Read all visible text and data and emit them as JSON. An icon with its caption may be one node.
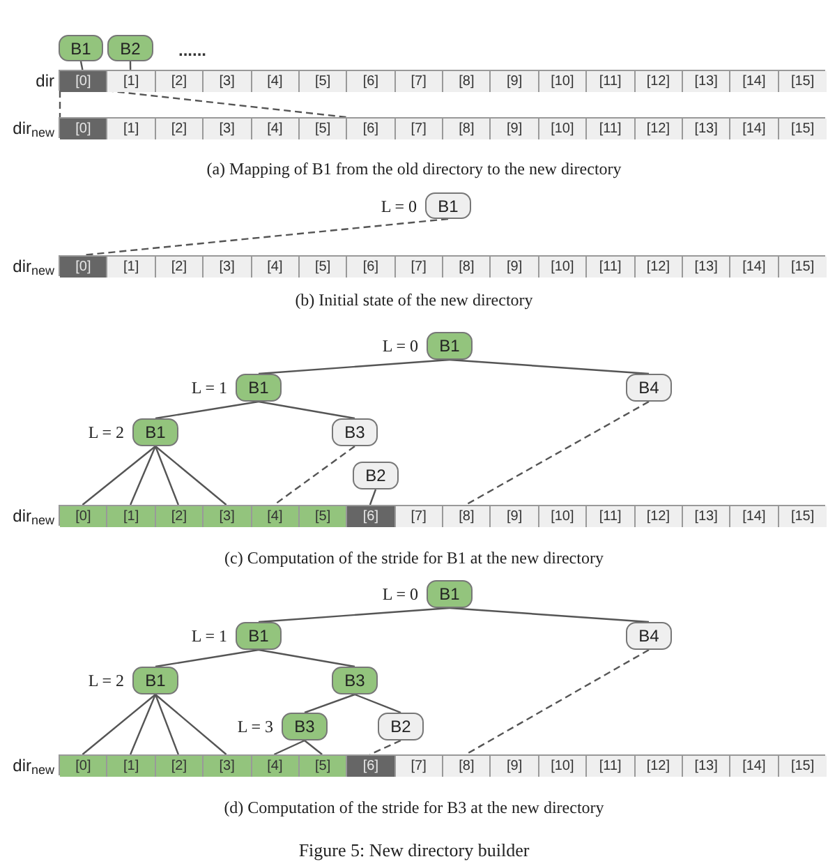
{
  "diagram": {
    "caption": "Figure 5: New directory builder",
    "nodes": [
      {
        "text": [
          "B1"
        ]
      },
      {
        "text": [
          "B2"
        ]
      },
      {
        "text": [],
        "shape": "bar",
        "beside": [
          "dir"
        ]
      },
      {
        "text": [
          "[0]"
        ],
        "in": 2
      },
      {
        "text": [
          "[1]"
        ],
        "in": 2
      },
      {
        "text": [
          "[2]"
        ],
        "in": 2
      },
      {
        "text": [
          "[3]"
        ],
        "in": 2
      },
      {
        "text": [
          "[4]"
        ],
        "in": 2
      },
      {
        "text": [
          "[5]"
        ],
        "in": 2
      },
      {
        "text": [
          "[6]"
        ],
        "in": 2
      },
      {
        "text": [
          "[7]"
        ],
        "in": 2
      },
      {
        "text": [
          "[8]"
        ],
        "in": 2
      },
      {
        "text": [
          "[9]"
        ],
        "in": 2
      },
      {
        "text": [
          "[10]"
        ],
        "in": 2
      },
      {
        "text": [
          "[11]"
        ],
        "in": 2
      },
      {
        "text": [
          "[12]"
        ],
        "in": 2
      },
      {
        "text": [
          "[13]"
        ],
        "in": 2
      },
      {
        "text": [
          "[14]"
        ],
        "in": 2
      },
      {
        "text": [
          "[15]"
        ],
        "in": 2
      },
      {
        "text": [],
        "shape": "bar",
        "beside": [
          "dir$_{new}$"
        ]
      },
      {
        "text": [
          "[0]"
        ],
        "in": 19
      },
      {
        "text": [
          "[1]"
        ],
        "in": 19
      },
      {
        "text": [
          "[2]"
        ],
        "in": 19
      },
      {
        "text": [
          "[3]"
        ],
        "in": 19
      },
      {
        "text": [
          "[4]"
        ],
        "in": 19
      },
      {
        "text": [
          "[5]"
        ],
        "in": 19
      },
      {
        "text": [
          "[6]"
        ],
        "in": 19
      },
      {
        "text": [
          "[7]"
        ],
        "in": 19
      },
      {
        "text": [
          "[8]"
        ],
        "in": 19
      },
      {
        "text": [
          "[9]"
        ],
        "in": 19
      },
      {
        "text": [
          "[10]"
        ],
        "in": 19
      },
      {
        "text": [
          "[11]"
        ],
        "in": 19
      },
      {
        "text": [
          "[12]"
        ],
        "in": 19
      },
      {
        "text": [
          "[13]"
        ],
        "in": 19
      },
      {
        "text": [
          "[14]"
        ],
        "in": 19
      },
      {
        "text": [
          "[15]"
        ],
        "in": 19
      },
      {
        "text": [
          "B1"
        ],
        "beside": [
          "L = 0"
        ]
      },
      {
        "text": [],
        "shape": "bar",
        "beside": [
          "dir$_{new}$"
        ]
      },
      {
        "text": [
          "[0]"
        ],
        "in": 37
      },
      {
        "text": [
          "[1]"
        ],
        "in": 37
      },
      {
        "text": [
          "[2]"
        ],
        "in": 37
      },
      {
        "text": [
          "[3]"
        ],
        "in": 37
      },
      {
        "text": [
          "[4]"
        ],
        "in": 37
      },
      {
        "text": [
          "[5]"
        ],
        "in": 37
      },
      {
        "text": [
          "[6]"
        ],
        "in": 37
      },
      {
        "text": [
          "[7]"
        ],
        "in": 37
      },
      {
        "text": [
          "[8]"
        ],
        "in": 37
      },
      {
        "text": [
          "[9]"
        ],
        "in": 37
      },
      {
        "text": [
          "[10]"
        ],
        "in": 37
      },
      {
        "text": [
          "[11]"
        ],
        "in": 37
      },
      {
        "text": [
          "[12]"
        ],
        "in": 37
      },
      {
        "text": [
          "[13]"
        ],
        "in": 37
      },
      {
        "text": [
          "[14]"
        ],
        "in": 37
      },
      {
        "text": [
          "[15]"
        ],
        "in": 37
      },
      {
        "text": [
          "B1"
        ],
        "beside": [
          "L = 0"
        ]
      },
      {
        "text": [
          "B1"
        ],
        "beside": [
          "L = 1"
        ]
      },
      {
        "text": [
          "B4"
        ]
      },
      {
        "text": [
          "B1"
        ],
        "beside": [
          "L = 2"
        ]
      },
      {
        "text": [
          "B3"
        ]
      },
      {
        "text": [
          "B2"
        ]
      },
      {
        "text": [],
        "shape": "bar",
        "beside": [
          "dir$_{new}$"
        ]
      },
      {
        "text": [
          "[0]"
        ],
        "in": 60
      },
      {
        "text": [
          "[1]"
        ],
        "in": 60
      },
      {
        "text": [
          "[2]"
        ],
        "in": 60
      },
      {
        "text": [
          "[3]"
        ],
        "in": 60
      },
      {
        "text": [
          "[4]"
        ],
        "in": 60
      },
      {
        "text": [
          "[5]"
        ],
        "in": 60
      },
      {
        "text": [
          "[6]"
        ],
        "in": 60
      },
      {
        "text": [
          "[7]"
        ],
        "in": 60
      },
      {
        "text": [
          "[8]"
        ],
        "in": 60
      },
      {
        "text": [
          "[9]"
        ],
        "in": 60
      },
      {
        "text": [
          "[10]"
        ],
        "in": 60
      },
      {
        "text": [
          "[11]"
        ],
        "in": 60
      },
      {
        "text": [
          "[12]"
        ],
        "in": 60
      },
      {
        "text": [
          "[13]"
        ],
        "in": 60
      },
      {
        "text": [
          "[14]"
        ],
        "in": 60
      },
      {
        "text": [
          "[15]"
        ],
        "in": 60
      },
      {
        "text": [
          "B1"
        ],
        "beside": [
          "L = 0"
        ]
      },
      {
        "text": [
          "B1"
        ],
        "beside": [
          "L = 1"
        ]
      },
      {
        "text": [
          "B4"
        ]
      },
      {
        "text": [
          "B1"
        ],
        "beside": [
          "L = 2"
        ]
      },
      {
        "text": [
          "B3"
        ]
      },
      {
        "text": [
          "B3"
        ],
        "beside": [
          "L = 3"
        ]
      },
      {
        "text": [
          "B2"
        ]
      },
      {
        "text": [],
        "shape": "bar",
        "beside": [
          "dir$_{new}$"
        ]
      },
      {
        "text": [
          "[0]"
        ],
        "in": 84
      },
      {
        "text": [
          "[1]"
        ],
        "in": 84
      },
      {
        "text": [
          "[2]"
        ],
        "in": 84
      },
      {
        "text": [
          "[3]"
        ],
        "in": 84
      },
      {
        "text": [
          "[4]"
        ],
        "in": 84
      },
      {
        "text": [
          "[5]"
        ],
        "in": 84
      },
      {
        "text": [
          "[6]"
        ],
        "in": 84
      },
      {
        "text": [
          "[7]"
        ],
        "in": 84
      },
      {
        "text": [
          "[8]"
        ],
        "in": 84
      },
      {
        "text": [
          "[9]"
        ],
        "in": 84
      },
      {
        "text": [
          "[10]"
        ],
        "in": 84
      },
      {
        "text": [
          "[11]"
        ],
        "in": 84
      },
      {
        "text": [
          "[12]"
        ],
        "in": 84
      },
      {
        "text": [
          "[13]"
        ],
        "in": 84
      },
      {
        "text": [
          "[14]"
        ],
        "in": 84
      },
      {
        "text": [
          "[15]"
        ],
        "in": 84
      }
    ],
    "edges": [
      {
        "from": 0,
        "to": 3,
        "arrow": "none"
      },
      {
        "from": 1,
        "to": 4,
        "arrow": "none"
      },
      {
        "from": 3,
        "to": 20,
        "arrow": "none",
        "style": "dashed"
      },
      {
        "from": 3,
        "to": 25,
        "arrow": "none",
        "style": "dashed"
      },
      {
        "from": 36,
        "to": 38,
        "arrow": "none",
        "style": "dashed"
      },
      {
        "from": 54,
        "to": 55,
        "arrow": "none"
      },
      {
        "from": 54,
        "to": 56,
        "arrow": "none"
      },
      {
        "from": 55,
        "to": 57,
        "arrow": "none"
      },
      {
        "from": 55,
        "to": 58,
        "arrow": "none"
      },
      {
        "from": 57,
        "to": 61,
        "arrow": "none"
      },
      {
        "from": 57,
        "to": 62,
        "arrow": "none"
      },
      {
        "from": 57,
        "to": 63,
        "arrow": "none"
      },
      {
        "from": 57,
        "to": 64,
        "arrow": "none"
      },
      {
        "from": 58,
        "to": 65,
        "arrow": "none",
        "style": "dashed"
      },
      {
        "from": 56,
        "to": 69,
        "arrow": "none",
        "style": "dashed"
      },
      {
        "from": 59,
        "to": 67,
        "arrow": "none"
      },
      {
        "from": 77,
        "to": 78,
        "arrow": "none"
      },
      {
        "from": 77,
        "to": 79,
        "arrow": "none"
      },
      {
        "from": 78,
        "to": 80,
        "arrow": "none"
      },
      {
        "from": 78,
        "to": 81,
        "arrow": "none"
      },
      {
        "from": 80,
        "to": 85,
        "arrow": "none"
      },
      {
        "from": 80,
        "to": 86,
        "arrow": "none"
      },
      {
        "from": 80,
        "to": 87,
        "arrow": "none"
      },
      {
        "from": 80,
        "to": 88,
        "arrow": "none"
      },
      {
        "from": 81,
        "to": 82,
        "arrow": "none"
      },
      {
        "from": 81,
        "to": 83,
        "arrow": "none"
      },
      {
        "from": 82,
        "to": 89,
        "arrow": "none"
      },
      {
        "from": 82,
        "to": 90,
        "arrow": "none"
      },
      {
        "from": 83,
        "to": 91,
        "arrow": "none",
        "style": "dashed"
      },
      {
        "from": 79,
        "to": 93,
        "arrow": "none",
        "style": "dashed"
      }
    ],
    "labels": [
      "......",
      "(a) Mapping of B1 from the old directory to the new directory",
      "(b) Initial state of the new directory",
      "(c) Computation of the stride for B1 at the new directory",
      "(d) Computation of the stride for B3 at the new directory"
    ]
  }
}
